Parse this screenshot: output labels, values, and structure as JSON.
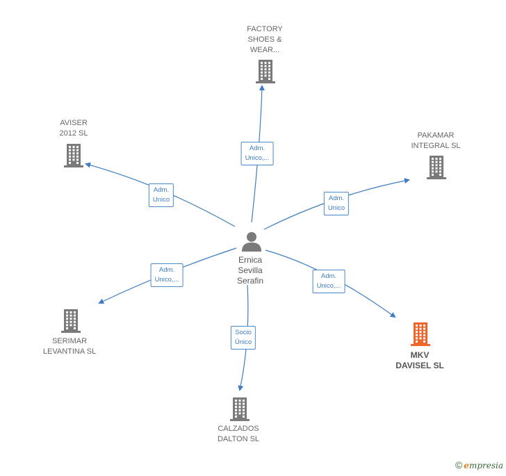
{
  "center": {
    "name": "Ernica\nSevilla\nSerafin",
    "icon": "person-icon"
  },
  "companies": [
    {
      "id": "factory",
      "name": "FACTORY\nSHOES &\nWEAR...",
      "icon": "building-icon",
      "highlight": false
    },
    {
      "id": "aviser",
      "name": "AVISER\n2012 SL",
      "icon": "building-icon",
      "highlight": false
    },
    {
      "id": "pakamar",
      "name": "PAKAMAR\nINTEGRAL  SL",
      "icon": "building-icon",
      "highlight": false
    },
    {
      "id": "serimar",
      "name": "SERIMAR\nLEVANTINA  SL",
      "icon": "building-icon",
      "highlight": false
    },
    {
      "id": "mkv",
      "name": "MKV\nDAVISEL  SL",
      "icon": "building-icon",
      "highlight": true
    },
    {
      "id": "calzados",
      "name": "CALZADOS\nDALTON SL",
      "icon": "building-icon",
      "highlight": false
    }
  ],
  "relations": [
    {
      "to": "factory",
      "label": "Adm.\nUnico,..."
    },
    {
      "to": "aviser",
      "label": "Adm.\nUnico"
    },
    {
      "to": "pakamar",
      "label": "Adm.\nUnico"
    },
    {
      "to": "serimar",
      "label": "Adm.\nUnico,..."
    },
    {
      "to": "mkv",
      "label": "Adm.\nUnico,..."
    },
    {
      "to": "calzados",
      "label": "Socio\nÚnico"
    }
  ],
  "colors": {
    "edge": "#3d7cc4",
    "building": "#7a7a7a",
    "building_highlight": "#f0662a",
    "person": "#7a7a7a"
  },
  "footer": {
    "copyright": "©",
    "brand_initial": "e",
    "brand_rest": "mpresia"
  }
}
